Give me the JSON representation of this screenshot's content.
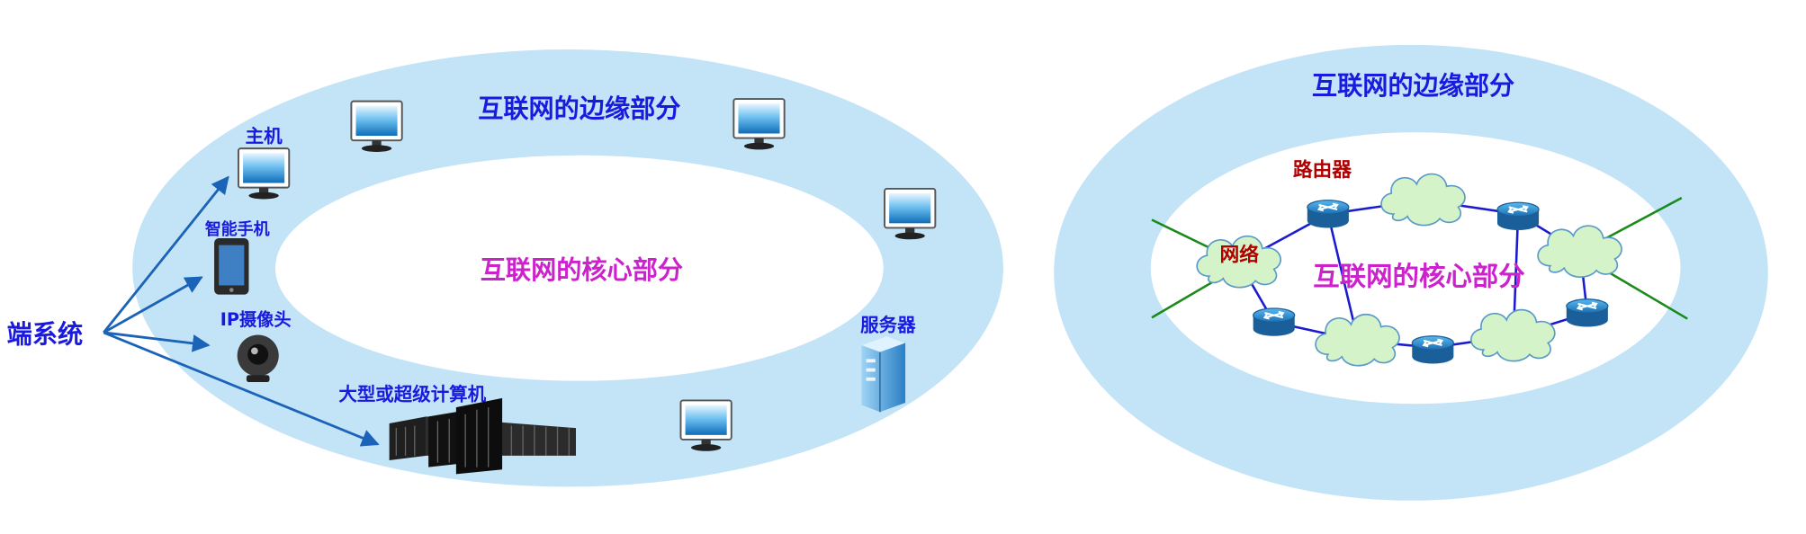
{
  "left_diagram": {
    "edge_label": "互联网的边缘部分",
    "core_label": "互联网的核心部分",
    "end_systems_label": "端系统",
    "devices": {
      "host": "主机",
      "smartphone": "智能手机",
      "ip_camera": "IP摄像头",
      "mainframe": "大型或超级计算机",
      "server": "服务器"
    }
  },
  "right_diagram": {
    "edge_label": "互联网的边缘部分",
    "core_label": "互联网的核心部分",
    "router_label": "路由器",
    "network_label": "网络"
  },
  "colors": {
    "ring_fill": "#c3e3f7",
    "edge_text": "#1a1adf",
    "core_text": "#cc22cc",
    "router_text": "#b00000",
    "arrow": "#1a63b8",
    "link": "#1a1ad0",
    "external_link": "#1a8a1a",
    "cloud": "#d4f3c8",
    "router": "#2a8fd0"
  }
}
